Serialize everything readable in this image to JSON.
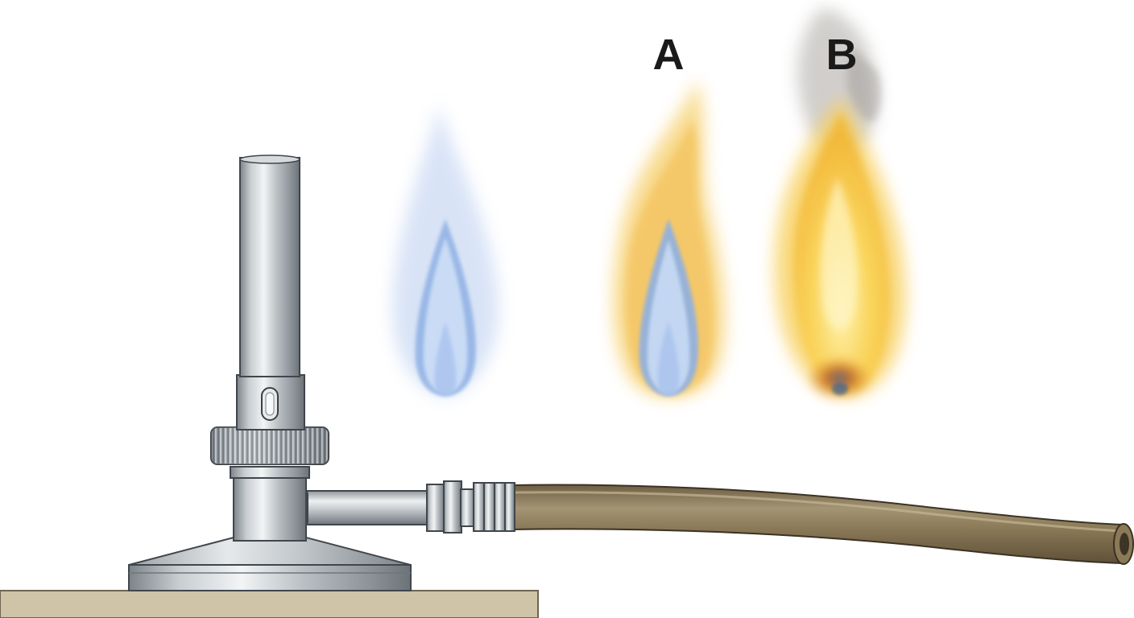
{
  "labels": {
    "flame_a": "A",
    "flame_b": "B"
  },
  "colors": {
    "background": "#ffffff",
    "bench": "#cfc4a8",
    "label": "#1a1a1a",
    "hose": "#8b7a58",
    "metal_light": "#f2f4f5",
    "metal_dark": "#7d8489",
    "flame_blue_outer": "#a9c3ee",
    "flame_blue_inner": "#8fb0e4",
    "flame_yellow": "#f8c84a",
    "flame_orange": "#e9962a",
    "smoke": "#9a9590"
  },
  "components": [
    "bench-surface",
    "burner-base",
    "burner-column",
    "gas-adjust-collar",
    "burner-barrel",
    "air-hole",
    "gas-inlet-tube",
    "hose-connector",
    "rubber-hose",
    "blue-flame",
    "flame-a",
    "flame-b"
  ]
}
